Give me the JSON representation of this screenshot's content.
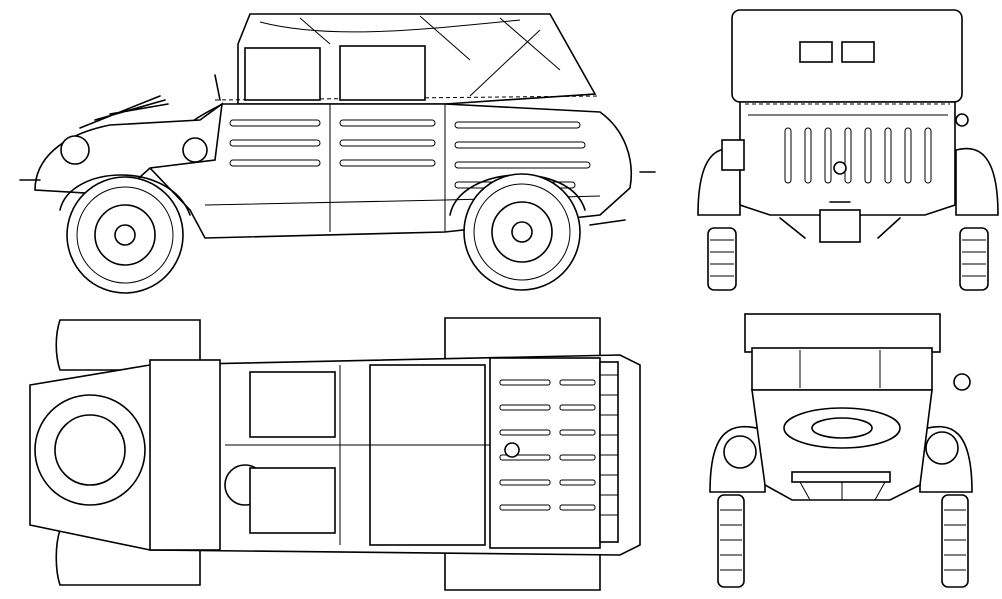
{
  "drawing": {
    "views": [
      "side",
      "rear",
      "top",
      "front"
    ],
    "colors": {
      "line": "#000000",
      "paper": "#ffffff"
    }
  }
}
